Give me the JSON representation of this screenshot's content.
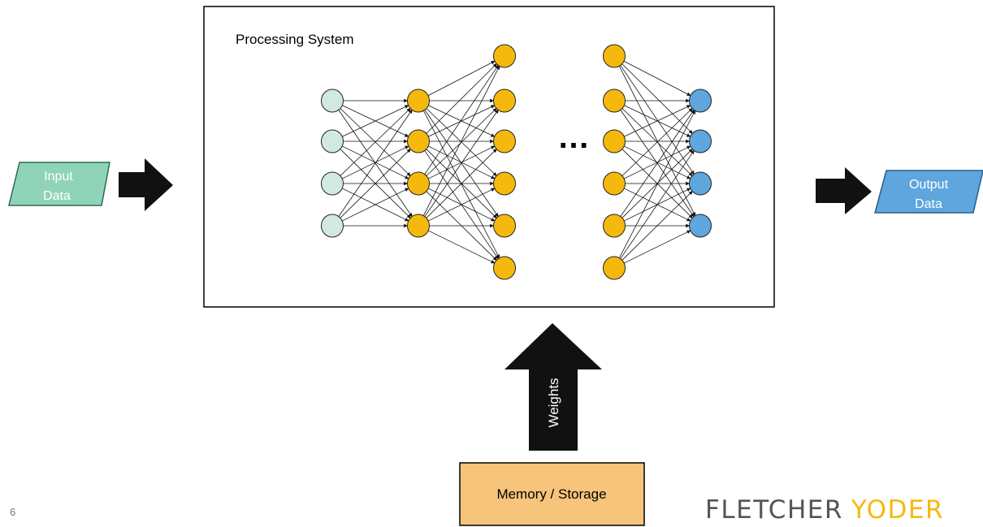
{
  "processing_system": {
    "title": "Processing System"
  },
  "input": {
    "line1": "Input",
    "line2": "Data"
  },
  "output": {
    "line1": "Output",
    "line2": "Data"
  },
  "weights_label": "Weights",
  "memory_label": "Memory / Storage",
  "page_number": "6",
  "brand": {
    "first": "FLETCHER",
    "second": "YODER"
  },
  "network": {
    "ellipsis": "…",
    "layers": [
      {
        "role": "input",
        "count": 4
      },
      {
        "role": "hidden",
        "count": 4
      },
      {
        "role": "hidden",
        "count": 6
      },
      {
        "role": "hidden",
        "count": 6
      },
      {
        "role": "output",
        "count": 4
      }
    ]
  },
  "colors": {
    "input_node": "#d2e9e1",
    "hidden_node": "#f5b90e",
    "output_node": "#5ea6dd",
    "input_shape": "#8fd4b8",
    "output_shape": "#5ea6dd",
    "memory_box": "#f6c47a",
    "arrow": "#111111",
    "brand_first": "#555555",
    "brand_second": "#f5b90e"
  }
}
